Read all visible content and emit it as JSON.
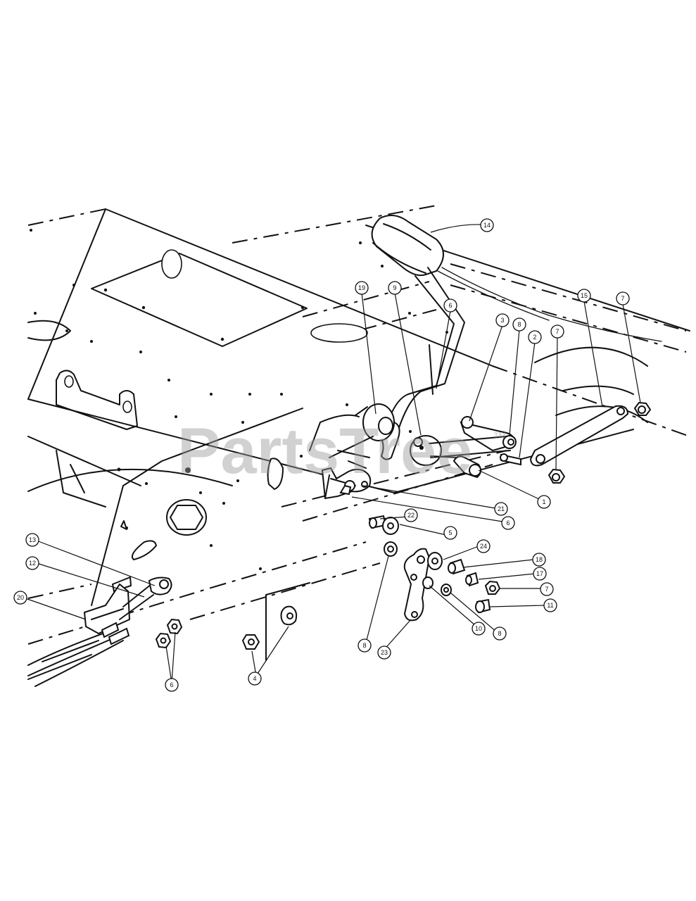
{
  "watermark": {
    "brand": "PartsTree",
    "trademark": "™",
    "color": "#9a9a9a"
  },
  "callouts": {
    "c14": "14",
    "c19a": "19",
    "c9": "9",
    "c6a": "6",
    "c3": "3",
    "c8a": "8",
    "c2": "2",
    "c7a": "7",
    "c15": "15",
    "c7b": "7",
    "c1": "1",
    "c21": "21",
    "c6b": "6",
    "c22": "22",
    "c5": "5",
    "c24": "24",
    "c18": "18",
    "c17": "17",
    "c7c": "7",
    "c11": "11",
    "c10": "10",
    "c8b": "8",
    "c8c": "8",
    "c23": "23",
    "c4": "4",
    "c13": "13",
    "c12": "12",
    "c20": "20",
    "c6c": "6"
  }
}
